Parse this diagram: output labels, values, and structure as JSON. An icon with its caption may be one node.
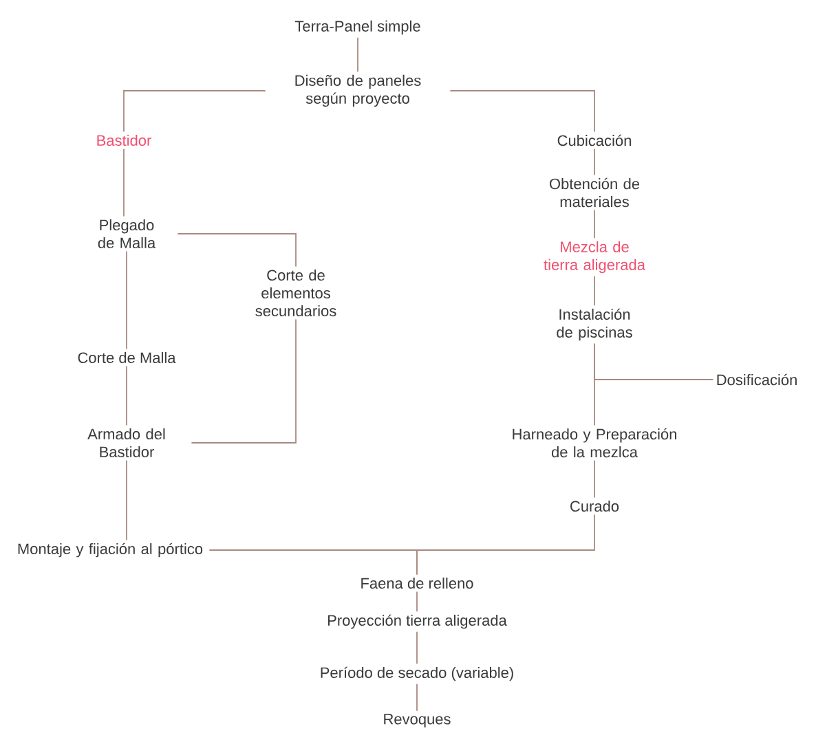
{
  "diagram": {
    "nodes": [
      {
        "text": [
          "Terra-Panel simple"
        ]
      },
      {
        "text": [
          "Diseño de paneles según proyecto"
        ]
      },
      {
        "text": [
          "Bastidor"
        ]
      },
      {
        "text": [
          "Plegado de Malla"
        ]
      },
      {
        "text": [
          "Corte de elementos secundarios"
        ]
      },
      {
        "text": [
          "Corte de Malla"
        ]
      },
      {
        "text": [
          "Armado del Bastidor"
        ]
      },
      {
        "text": [
          "Montaje y fijación al pórtico"
        ]
      },
      {
        "text": [
          "Cubicación"
        ]
      },
      {
        "text": [
          "Obtención de materiales"
        ]
      },
      {
        "text": [
          "Mezcla de tierra aligerada"
        ]
      },
      {
        "text": [
          "Instalación de piscinas"
        ]
      },
      {
        "text": [
          "Dosificación"
        ]
      },
      {
        "text": [
          "Harneado y Preparación de la mezlca"
        ]
      },
      {
        "text": [
          "Curado"
        ]
      },
      {
        "text": [
          "Faena de relleno"
        ]
      },
      {
        "text": [
          "Proyección tierra aligerada"
        ]
      },
      {
        "text": [
          "Período de secado (variable)"
        ]
      },
      {
        "text": [
          "Revoques"
        ]
      }
    ],
    "edges": [
      {
        "from": 0,
        "to": 1,
        "arrow": "none"
      },
      {
        "from": 1,
        "to": 2,
        "arrow": "none"
      },
      {
        "from": 1,
        "to": 8,
        "arrow": "none"
      },
      {
        "from": 2,
        "to": 3,
        "arrow": "none"
      },
      {
        "from": 3,
        "to": 5,
        "arrow": "none"
      },
      {
        "from": 3,
        "to": 4,
        "arrow": "none"
      },
      {
        "from": 4,
        "to": 6,
        "arrow": "none"
      },
      {
        "from": 5,
        "to": 6,
        "arrow": "none"
      },
      {
        "from": 6,
        "to": 7,
        "arrow": "none"
      },
      {
        "from": 8,
        "to": 9,
        "arrow": "none"
      },
      {
        "from": 9,
        "to": 10,
        "arrow": "none"
      },
      {
        "from": 10,
        "to": 11,
        "arrow": "none"
      },
      {
        "from": 11,
        "to": 13,
        "arrow": "none"
      },
      {
        "from": 11,
        "to": 12,
        "arrow": "none"
      },
      {
        "from": 13,
        "to": 14,
        "arrow": "none"
      },
      {
        "from": 7,
        "to": 15,
        "arrow": "none"
      },
      {
        "from": 14,
        "to": 15,
        "arrow": "none"
      },
      {
        "from": 15,
        "to": 16,
        "arrow": "none"
      },
      {
        "from": 16,
        "to": 17,
        "arrow": "none"
      },
      {
        "from": 17,
        "to": 18,
        "arrow": "none"
      }
    ]
  }
}
